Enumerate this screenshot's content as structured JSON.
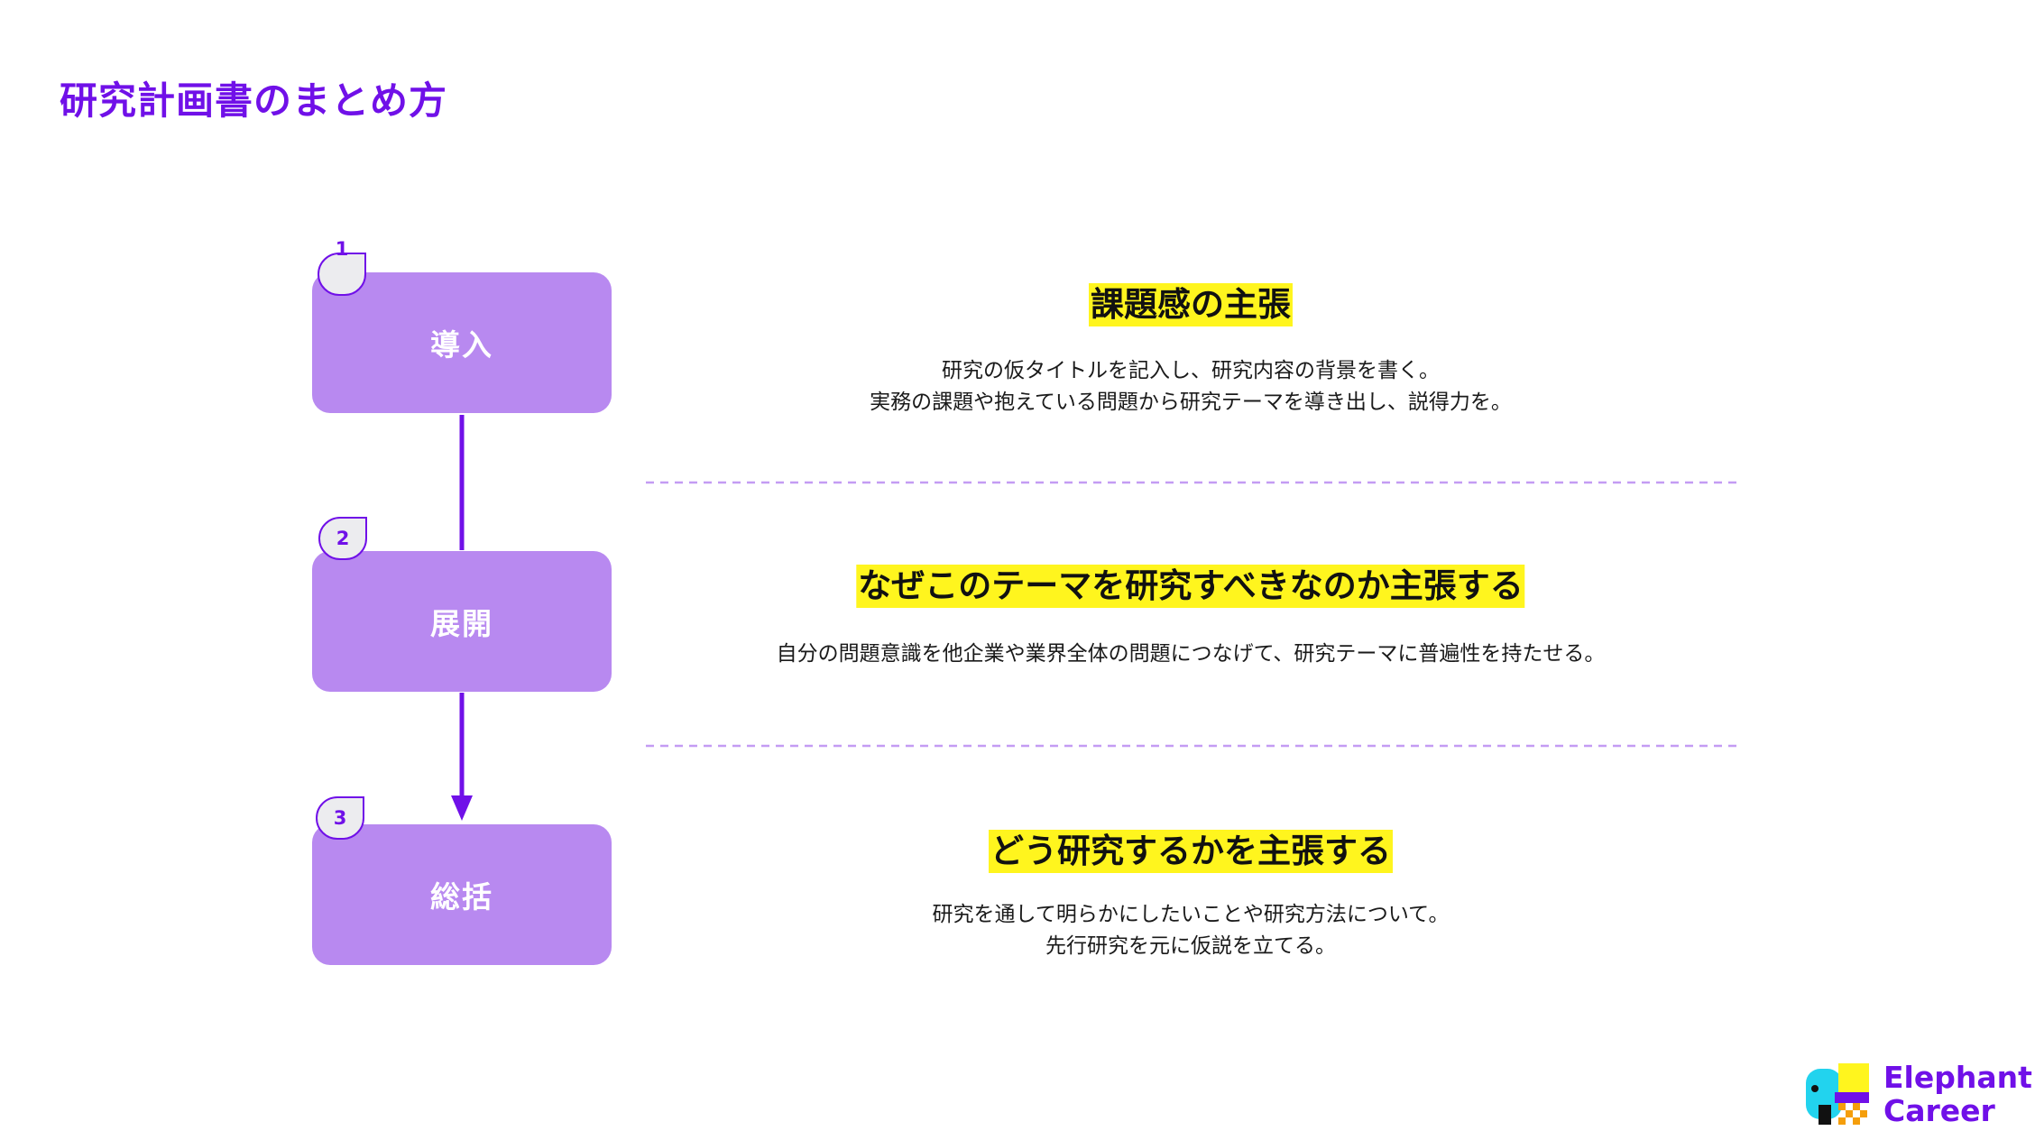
{
  "title": "研究計画書のまとめ方",
  "colors": {
    "accent": "#7010e8",
    "box_fill": "#b889f0",
    "badge_fill": "#ececef",
    "highlight": "#fff51e",
    "divider": "#c49cf3"
  },
  "steps": [
    {
      "number": "1",
      "label": "導入",
      "heading": "課題感の主張",
      "description": [
        "研究の仮タイトルを記入し、研究内容の背景を書く。",
        "実務の課題や抱えている問題から研究テーマを導き出し、説得力を。"
      ]
    },
    {
      "number": "2",
      "label": "展開",
      "heading": "なぜこのテーマを研究すべきなのか主張する",
      "description": [
        "自分の問題意識を他企業や業界全体の問題につなげて、研究テーマに普遍性を持たせる。"
      ]
    },
    {
      "number": "3",
      "label": "総括",
      "heading": "どう研究するかを主張する",
      "description": [
        "研究を通して明らかにしたいことや研究方法について。",
        "先行研究を元に仮説を立てる。"
      ]
    }
  ],
  "logo": {
    "line1": "Elephant",
    "line2": "Career"
  }
}
